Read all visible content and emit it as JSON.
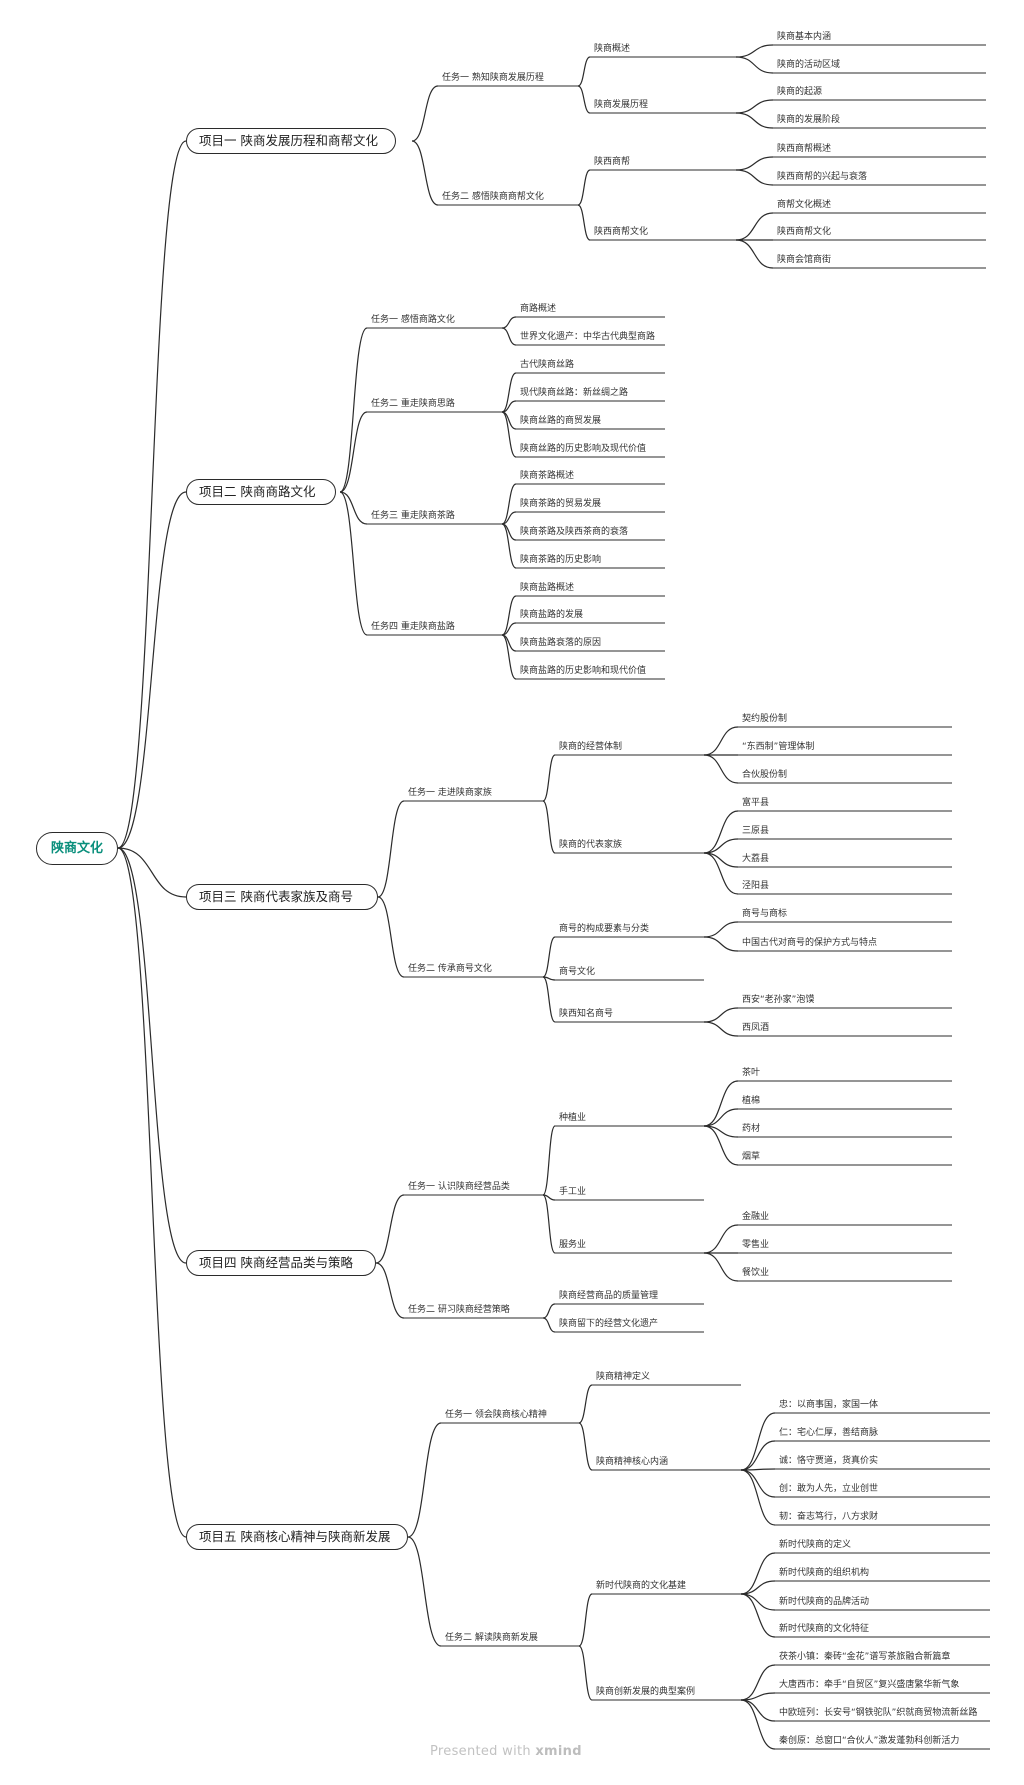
{
  "root": "陕商文化",
  "projects": [
    {
      "label": "项目一  陕商发展历程和商帮文化",
      "tasks": [
        {
          "label": "任务一  熟知陕商发展历程",
          "items": [
            {
              "label": "陕商概述",
              "children": [
                "陕商基本内涵",
                "陕商的活动区域"
              ]
            },
            {
              "label": "陕商发展历程",
              "children": [
                "陕商的起源",
                "陕商的发展阶段"
              ]
            }
          ]
        },
        {
          "label": "任务二  感悟陕商商帮文化",
          "items": [
            {
              "label": "陕西商帮",
              "children": [
                "陕西商帮概述",
                "陕西商帮的兴起与衰落"
              ]
            },
            {
              "label": "陕西商帮文化",
              "children": [
                "商帮文化概述",
                "陕西商帮文化",
                "陕商会馆商街"
              ]
            }
          ]
        }
      ]
    },
    {
      "label": "项目二  陕商商路文化",
      "tasks": [
        {
          "label": "任务一  感悟商路文化",
          "items": [
            {
              "label": "商路概述"
            },
            {
              "label": "世界文化遗产：中华古代典型商路"
            }
          ]
        },
        {
          "label": "任务二  重走陕商思路",
          "items": [
            {
              "label": "古代陕商丝路"
            },
            {
              "label": "现代陕商丝路：新丝绸之路"
            },
            {
              "label": "陕商丝路的商贸发展"
            },
            {
              "label": "陕商丝路的历史影响及现代价值"
            }
          ]
        },
        {
          "label": "任务三  重走陕商茶路",
          "items": [
            {
              "label": "陕商茶路概述"
            },
            {
              "label": "陕商茶路的贸易发展"
            },
            {
              "label": "陕商茶路及陕西茶商的衰落"
            },
            {
              "label": "陕商茶路的历史影响"
            }
          ]
        },
        {
          "label": "任务四  重走陕商盐路",
          "items": [
            {
              "label": "陕商盐路概述"
            },
            {
              "label": "陕商盐路的发展"
            },
            {
              "label": "陕商盐路衰落的原因"
            },
            {
              "label": "陕商盐路的历史影响和现代价值"
            }
          ]
        }
      ]
    },
    {
      "label": "项目三  陕商代表家族及商号",
      "tasks": [
        {
          "label": "任务一  走进陕商家族",
          "items": [
            {
              "label": "陕商的经营体制",
              "children": [
                "契约股份制",
                "“东西制”管理体制",
                "合伙股份制"
              ]
            },
            {
              "label": "陕商的代表家族",
              "children": [
                "富平县",
                "三原县",
                "大荔县",
                "泾阳县"
              ]
            }
          ]
        },
        {
          "label": "任务二  传承商号文化",
          "items": [
            {
              "label": "商号的构成要素与分类",
              "children": [
                "商号与商标",
                "中国古代对商号的保护方式与特点"
              ]
            },
            {
              "label": "商号文化"
            },
            {
              "label": "陕西知名商号",
              "children": [
                "西安“老孙家”泡馍",
                "西凤酒"
              ]
            }
          ]
        }
      ]
    },
    {
      "label": "项目四  陕商经营品类与策略",
      "tasks": [
        {
          "label": "任务一  认识陕商经营品类",
          "items": [
            {
              "label": "种植业",
              "children": [
                "茶叶",
                "植棉",
                "药材",
                "烟草"
              ]
            },
            {
              "label": "手工业"
            },
            {
              "label": "服务业",
              "children": [
                "金融业",
                "零售业",
                "餐饮业"
              ]
            }
          ]
        },
        {
          "label": "任务二  研习陕商经营策略",
          "items": [
            {
              "label": "陕商经营商品的质量管理"
            },
            {
              "label": "陕商留下的经营文化遗产"
            }
          ]
        }
      ]
    },
    {
      "label": "项目五  陕商核心精神与陕商新发展",
      "tasks": [
        {
          "label": "任务一  领会陕商核心精神",
          "items": [
            {
              "label": "陕商精神定义"
            },
            {
              "label": "陕商精神核心内涵",
              "children": [
                "忠：以商事国，家国一体",
                "仁：宅心仁厚，善结商脉",
                "诚：恪守贾道，货真价实",
                "创：敢为人先，立业创世",
                "韧：奋志笃行，八方求财"
              ]
            }
          ]
        },
        {
          "label": "任务二  解读陕商新发展",
          "items": [
            {
              "label": "新时代陕商的文化基建",
              "children": [
                "新时代陕商的定义",
                "新时代陕商的组织机构",
                "新时代陕商的品牌活动",
                "新时代陕商的文化特征"
              ]
            },
            {
              "label": "陕商创新发展的典型案例",
              "children": [
                "茯茶小镇：秦砖“金花”谱写茶旅融合新篇章",
                "大唐西市：牵手“自贸区”复兴盛唐繁华新气象",
                "中欧班列：长安号“钢铁驼队”织就商贸物流新丝路",
                "秦创原：总窗口“合伙人”激发蓬勃科创新活力"
              ]
            }
          ]
        }
      ]
    }
  ],
  "footer": {
    "prefix": "Presented with ",
    "brand": "xmind"
  },
  "colors": {
    "line": "#2b2b2b",
    "root_text": "#0a8f7c",
    "footer": "#c2c2c2"
  }
}
